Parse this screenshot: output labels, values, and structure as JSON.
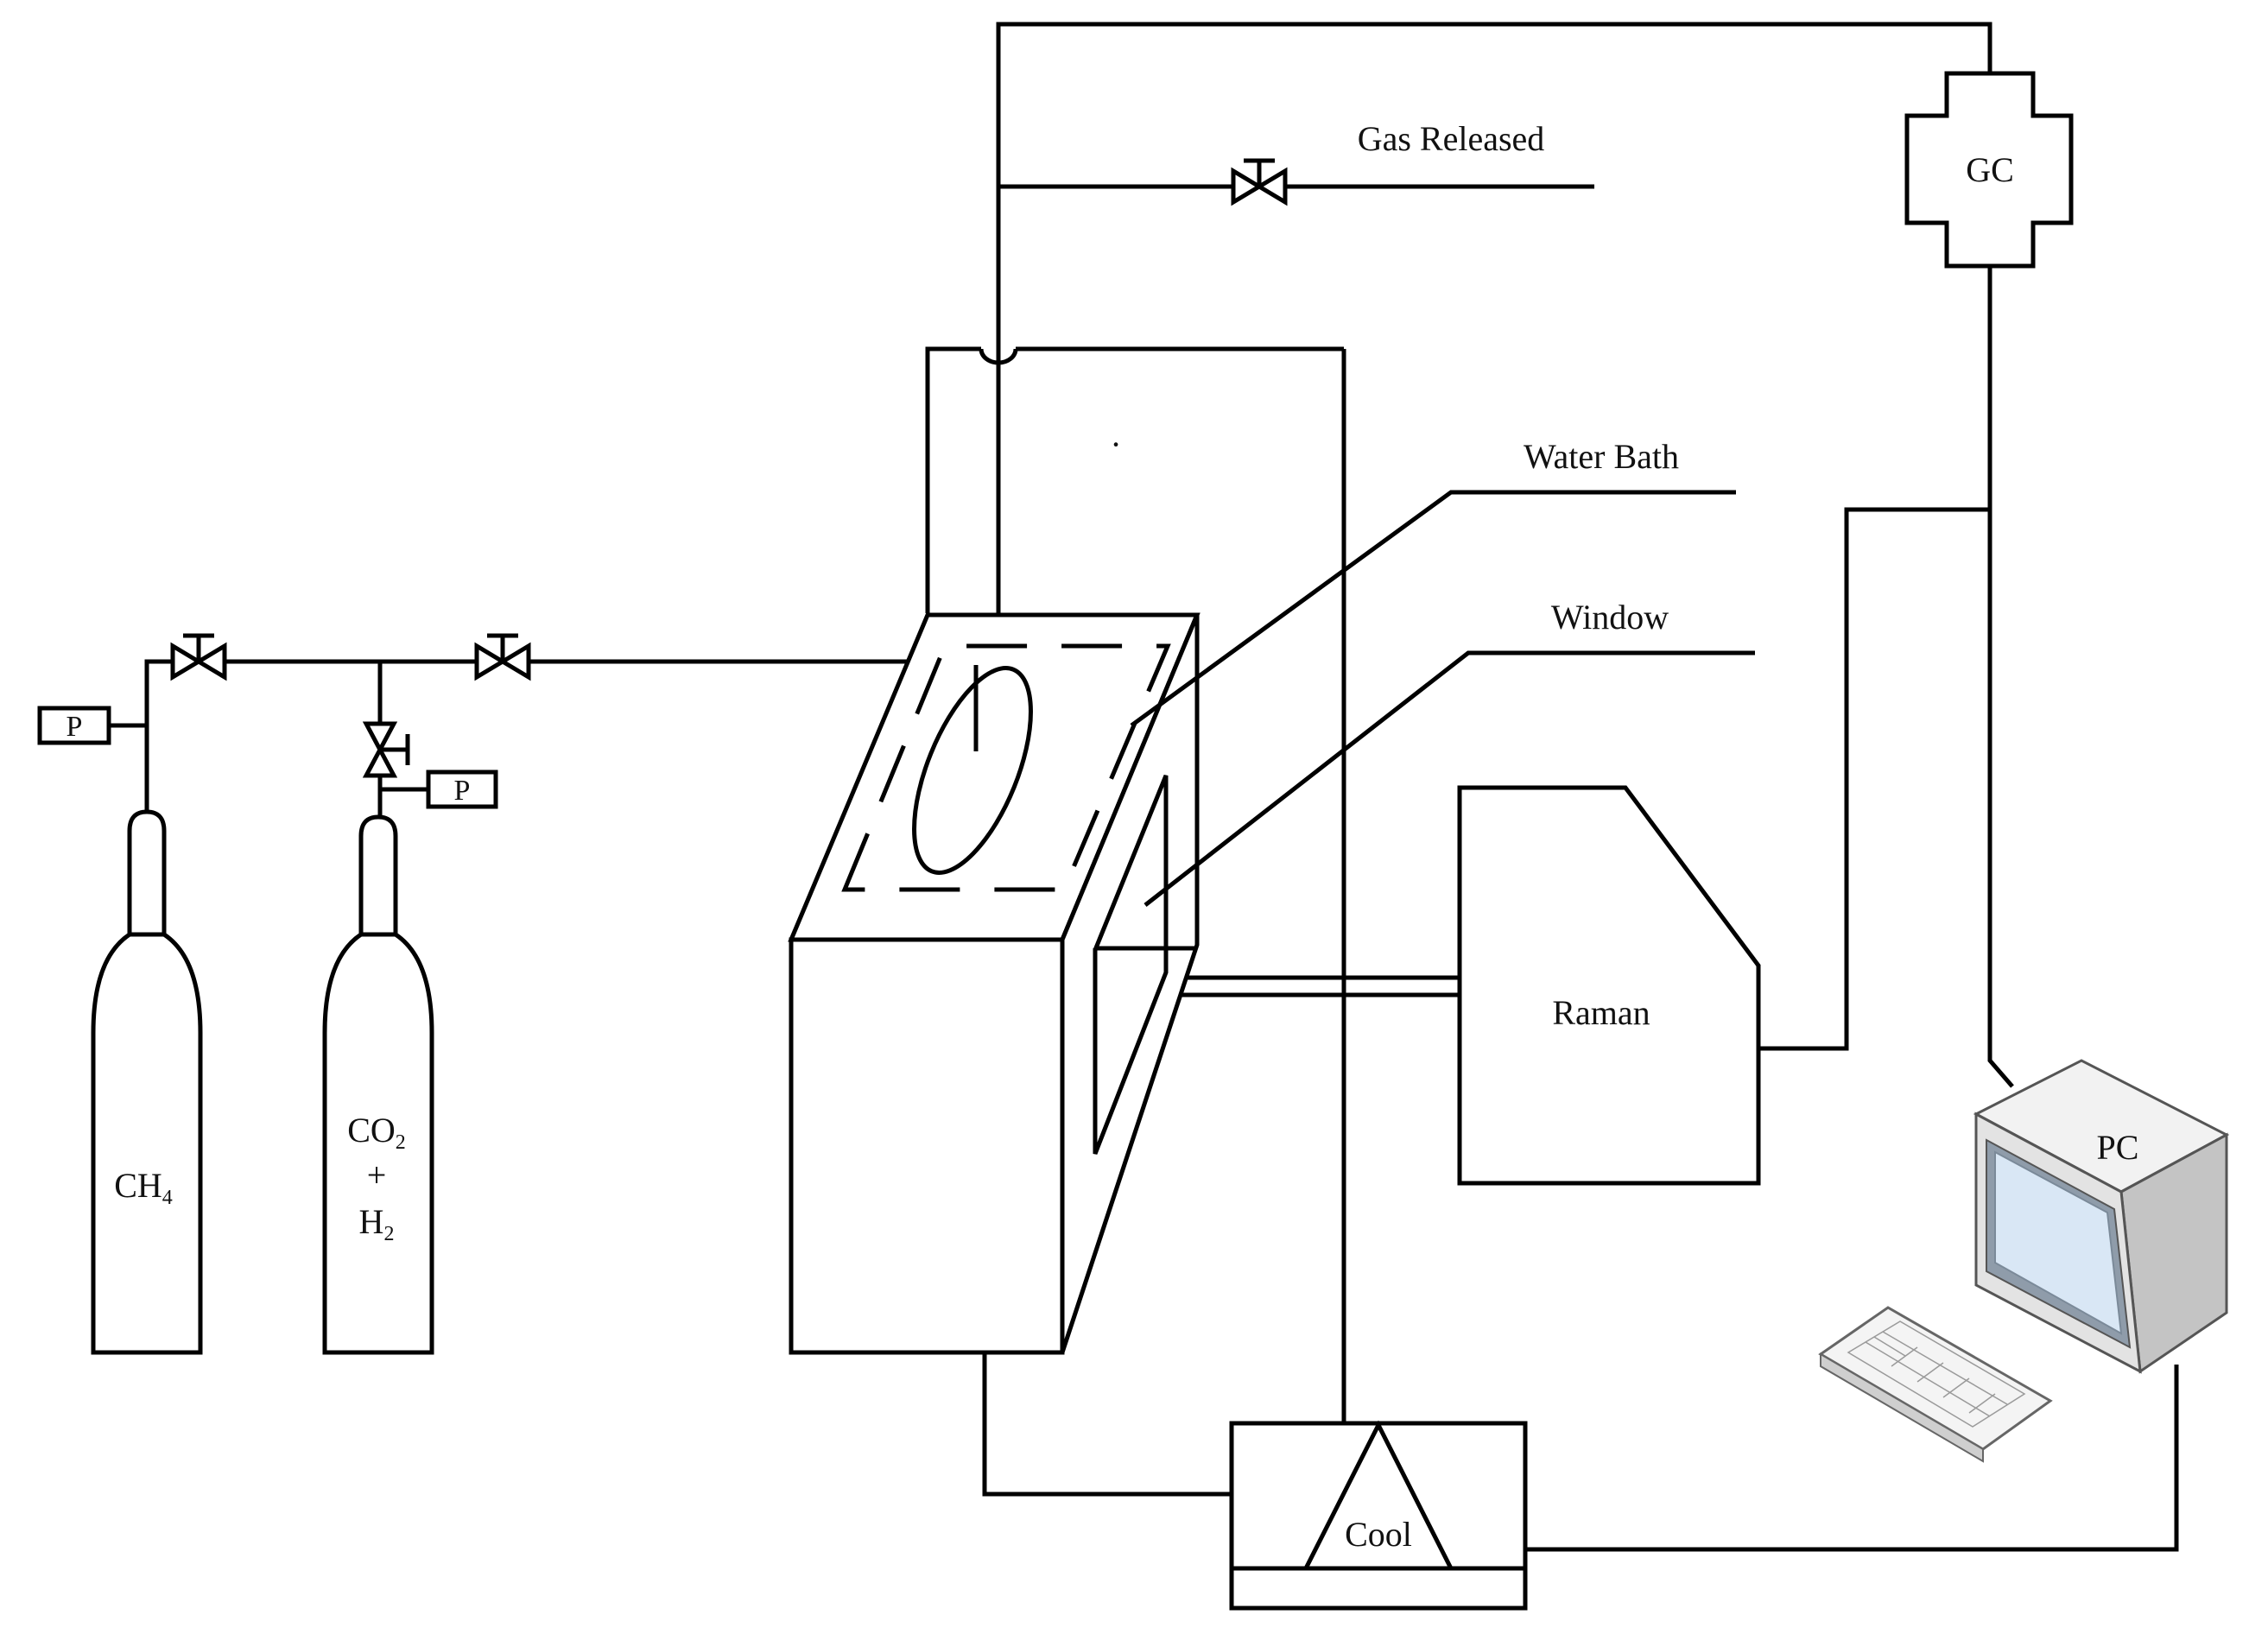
{
  "labels": {
    "gas_released": "Gas Released",
    "gc": "GC",
    "water_bath": "Water Bath",
    "window": "Window",
    "raman": "Raman",
    "pc": "PC",
    "cool": "Cool",
    "pressure_gauge_1": "P",
    "pressure_gauge_2": "P",
    "cylinder_ch4": {
      "base": "CH",
      "sub": "4"
    },
    "cylinder_mix": {
      "line1_base": "CO",
      "line1_sub": "2",
      "line2": "+",
      "line3_base": "H",
      "line3_sub": "2"
    }
  },
  "colors": {
    "line": "#000000",
    "screen_light": "#dde9f6",
    "screen_dark": "#9fb3c8",
    "pc_body": "#e6e6e6",
    "pc_side": "#bfbfbf"
  },
  "icons": {
    "valve": "bowtie-valve-icon",
    "pressure_gauge": "pressure-gauge-icon",
    "gas_cylinder": "gas-cylinder-icon",
    "computer": "pc-monitor-icon",
    "keyboard": "keyboard-icon"
  }
}
